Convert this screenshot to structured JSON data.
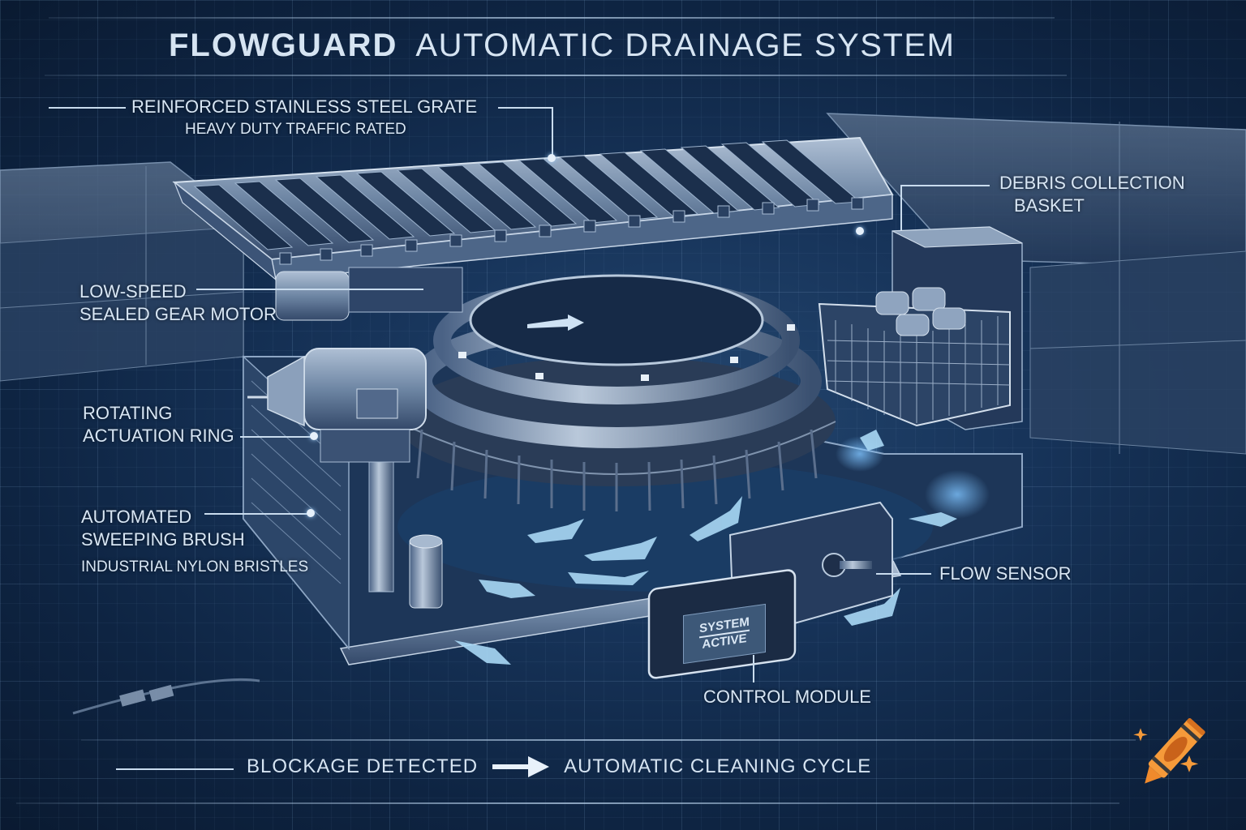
{
  "header": {
    "brand": "FLOWGUARD",
    "title": "AUTOMATIC DRAINAGE SYSTEM"
  },
  "callouts": {
    "grate": {
      "title": "REINFORCED STAINLESS STEEL GRATE",
      "subtitle": "HEAVY DUTY TRAFFIC RATED"
    },
    "basket": {
      "line1": "DEBRIS COLLECTION",
      "line2": "BASKET"
    },
    "motor": {
      "line1": "LOW-SPEED",
      "line2": "SEALED GEAR MOTOR"
    },
    "ring": {
      "line1": "ROTATING",
      "line2": "ACTUATION RING"
    },
    "brush": {
      "line1": "AUTOMATED",
      "line2": "SWEEPING BRUSH",
      "subtitle": "INDUSTRIAL NYLON BRISTLES"
    },
    "sensor": {
      "title": "FLOW SENSOR"
    },
    "control": {
      "title": "CONTROL MODULE"
    }
  },
  "control_screen": {
    "line1": "SYSTEM",
    "line2": "ACTIVE"
  },
  "footer": {
    "step1": "BLOCKAGE DETECTED",
    "arrow_icon": "right-arrow",
    "step2": "AUTOMATIC CLEANING CYCLE"
  },
  "colors": {
    "background": "#0f2340",
    "text": "#d8e6f4",
    "metal": "#6f86a3",
    "flow": "#a9d8f5",
    "logo": "#f08a2c"
  },
  "logo": {
    "icon": "crayon-icon"
  }
}
